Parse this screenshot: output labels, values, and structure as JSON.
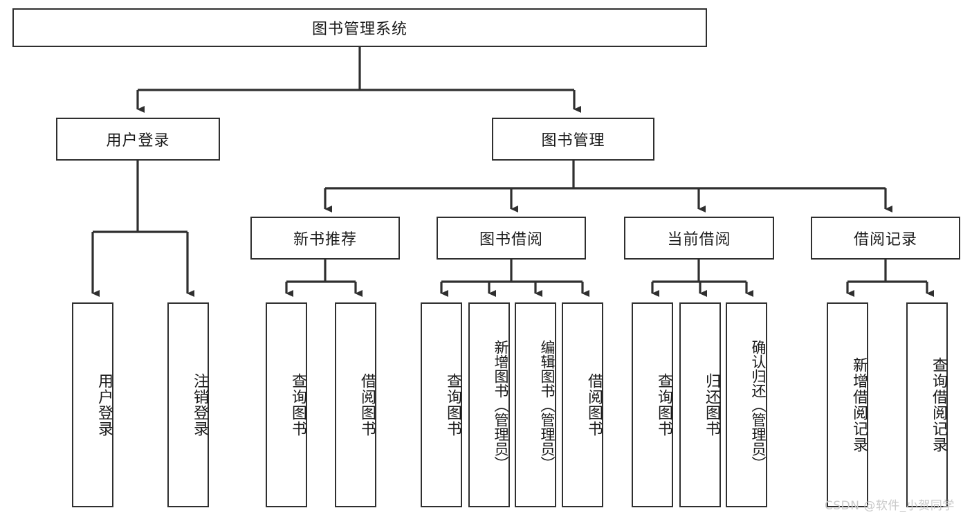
{
  "diagram": {
    "type": "tree-hierarchy",
    "title": "图书管理系统",
    "root": {
      "label": "图书管理系统"
    },
    "level1": [
      {
        "label": "用户登录"
      },
      {
        "label": "图书管理"
      }
    ],
    "level2": [
      {
        "label": "新书推荐",
        "parent": "图书管理"
      },
      {
        "label": "图书借阅",
        "parent": "图书管理"
      },
      {
        "label": "当前借阅",
        "parent": "图书管理"
      },
      {
        "label": "借阅记录",
        "parent": "图书管理"
      }
    ],
    "leaves": [
      {
        "label": "用户登录",
        "parent": "用户登录"
      },
      {
        "label": "注销登录",
        "parent": "用户登录"
      },
      {
        "label": "查询图书",
        "parent": "新书推荐"
      },
      {
        "label": "借阅图书",
        "parent": "新书推荐"
      },
      {
        "label": "查询图书",
        "parent": "图书借阅"
      },
      {
        "label": "新增图书（管理员）",
        "parent": "图书借阅"
      },
      {
        "label": "编辑图书（管理员）",
        "parent": "图书借阅"
      },
      {
        "label": "借阅图书",
        "parent": "图书借阅"
      },
      {
        "label": "查询图书",
        "parent": "当前借阅"
      },
      {
        "label": "归还图书",
        "parent": "当前借阅"
      },
      {
        "label": "确认归还（管理员）",
        "parent": "当前借阅"
      },
      {
        "label": "新增借阅记录",
        "parent": "借阅记录"
      },
      {
        "label": "查询借阅记录",
        "parent": "借阅记录"
      }
    ],
    "colors": {
      "box_border": "#2f2f2f",
      "box_fill": "#ffffff",
      "connector": "#2f2f2f",
      "text": "#1a1a1a",
      "watermark": "#c9c9c9"
    }
  },
  "watermark": {
    "text": "CSDN @软件_小贺同学"
  }
}
